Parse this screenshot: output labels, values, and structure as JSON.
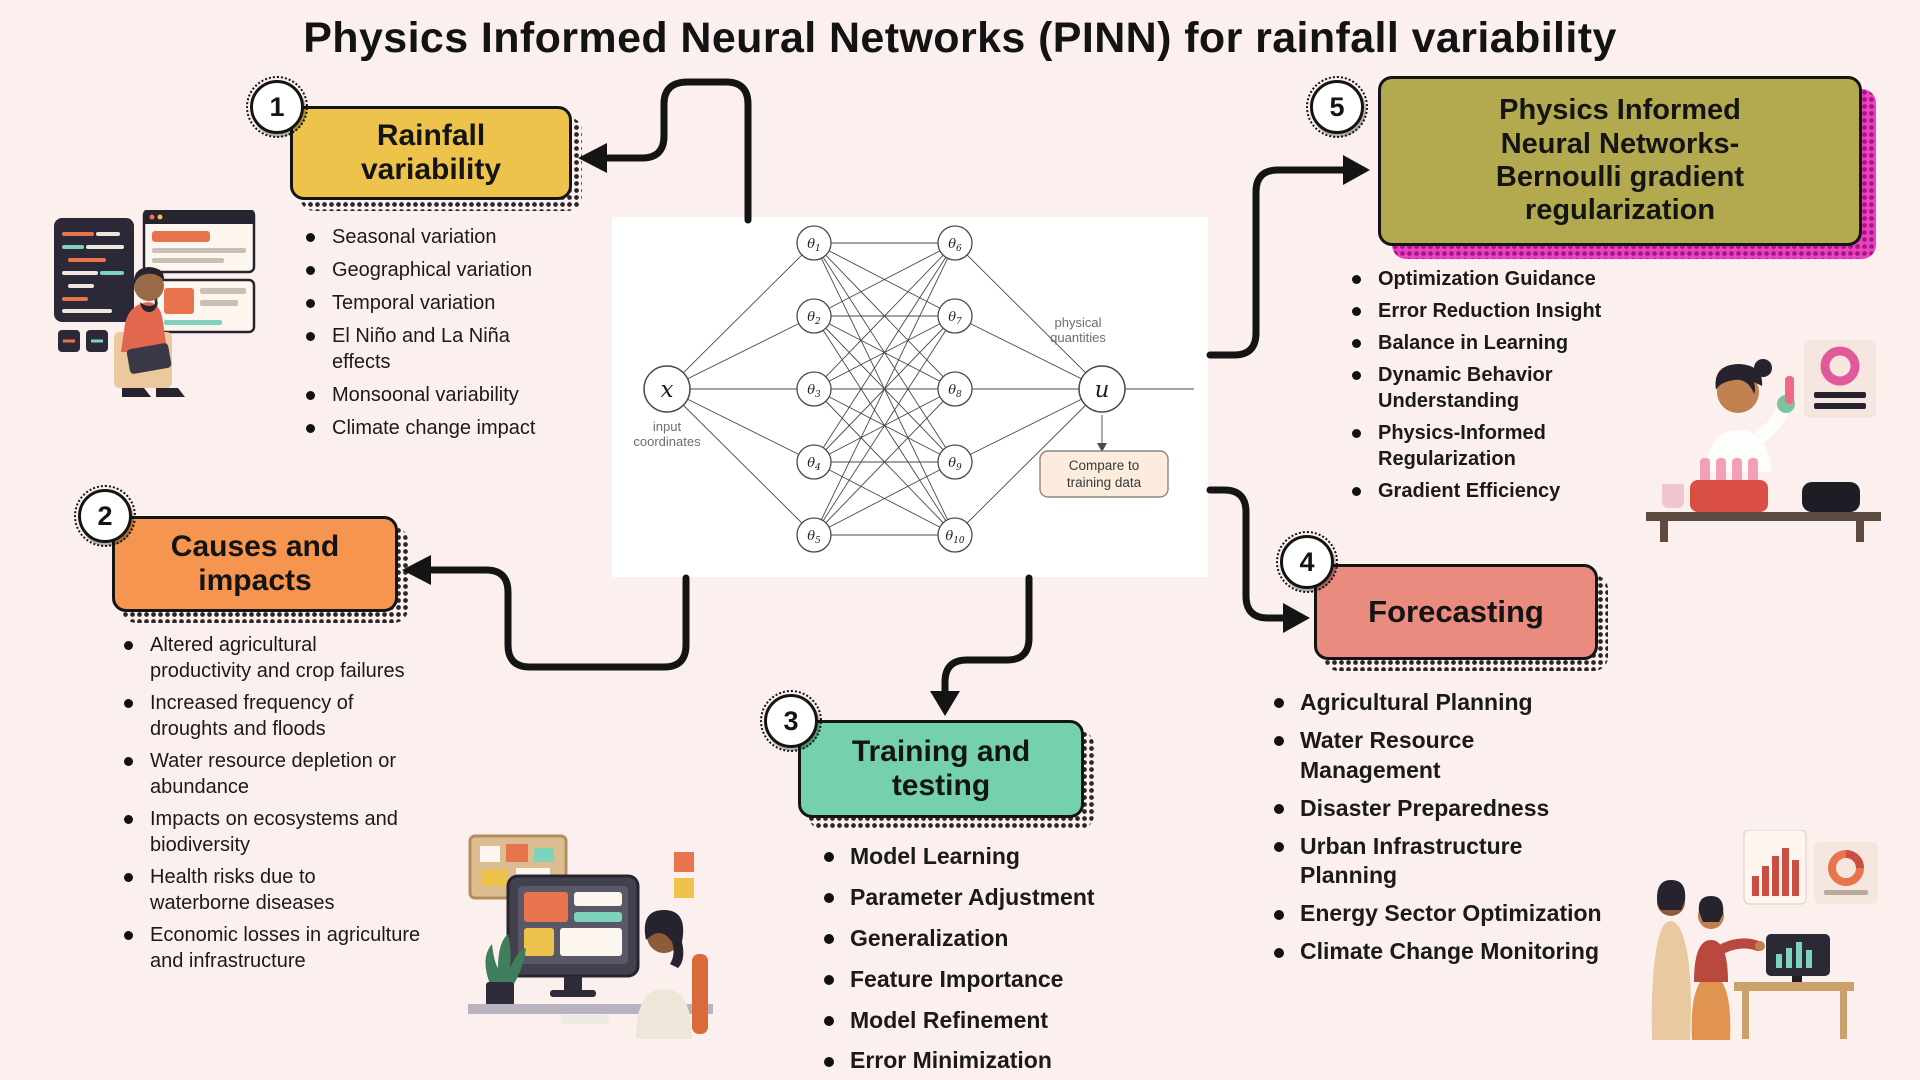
{
  "title": "Physics Informed Neural Networks (PINN) for rainfall variability",
  "colors": {
    "background": "#fcf0ee",
    "arrow": "#141414",
    "box1": "#eec34b",
    "box2": "#f6954f",
    "box3": "#74d1ab",
    "box4": "#e98b7e",
    "box5": "#b3aa4f",
    "box5_shadow": "#ef3fc3"
  },
  "sections": [
    {
      "number": "1",
      "title": "Rainfall\nvariability",
      "items": [
        "Seasonal variation",
        "Geographical variation",
        "Temporal variation",
        "El Niño and La Niña\neffects",
        "Monsoonal variability",
        "Climate change impact"
      ]
    },
    {
      "number": "2",
      "title": "Causes and\nimpacts",
      "items": [
        "Altered agricultural\nproductivity and crop failures",
        "Increased frequency of\ndroughts and floods",
        "Water resource depletion or\nabundance",
        "Impacts on ecosystems and\nbiodiversity",
        "Health risks due to\nwaterborne diseases",
        "Economic losses in agriculture\nand infrastructure"
      ]
    },
    {
      "number": "3",
      "title": "Training and\ntesting",
      "items": [
        "Model Learning",
        "Parameter Adjustment",
        "Generalization",
        "Feature Importance",
        "Model Refinement",
        "Error Minimization"
      ]
    },
    {
      "number": "4",
      "title": "Forecasting",
      "items": [
        "Agricultural Planning",
        "Water Resource\nManagement",
        "Disaster Preparedness",
        "Urban Infrastructure\nPlanning",
        "Energy Sector Optimization",
        "Climate Change Monitoring"
      ]
    },
    {
      "number": "5",
      "title": "Physics Informed\nNeural Networks-\nBernoulli gradient\nregularization",
      "items": [
        "Optimization Guidance",
        "Error Reduction Insight",
        "Balance in Learning",
        "Dynamic Behavior\nUnderstanding",
        "Physics-Informed\nRegularization",
        "Gradient Efficiency"
      ]
    }
  ],
  "diagram": {
    "input_label": "x",
    "input_caption": "input coordinates",
    "output_label": "u",
    "output_caption": "physical quantities",
    "hidden_layer_1": [
      "θ1",
      "θ2",
      "θ3",
      "θ4",
      "θ5"
    ],
    "hidden_layer_2": [
      "θ6",
      "θ7",
      "θ8",
      "θ9",
      "θ10"
    ],
    "compare_label": "Compare to training data"
  }
}
